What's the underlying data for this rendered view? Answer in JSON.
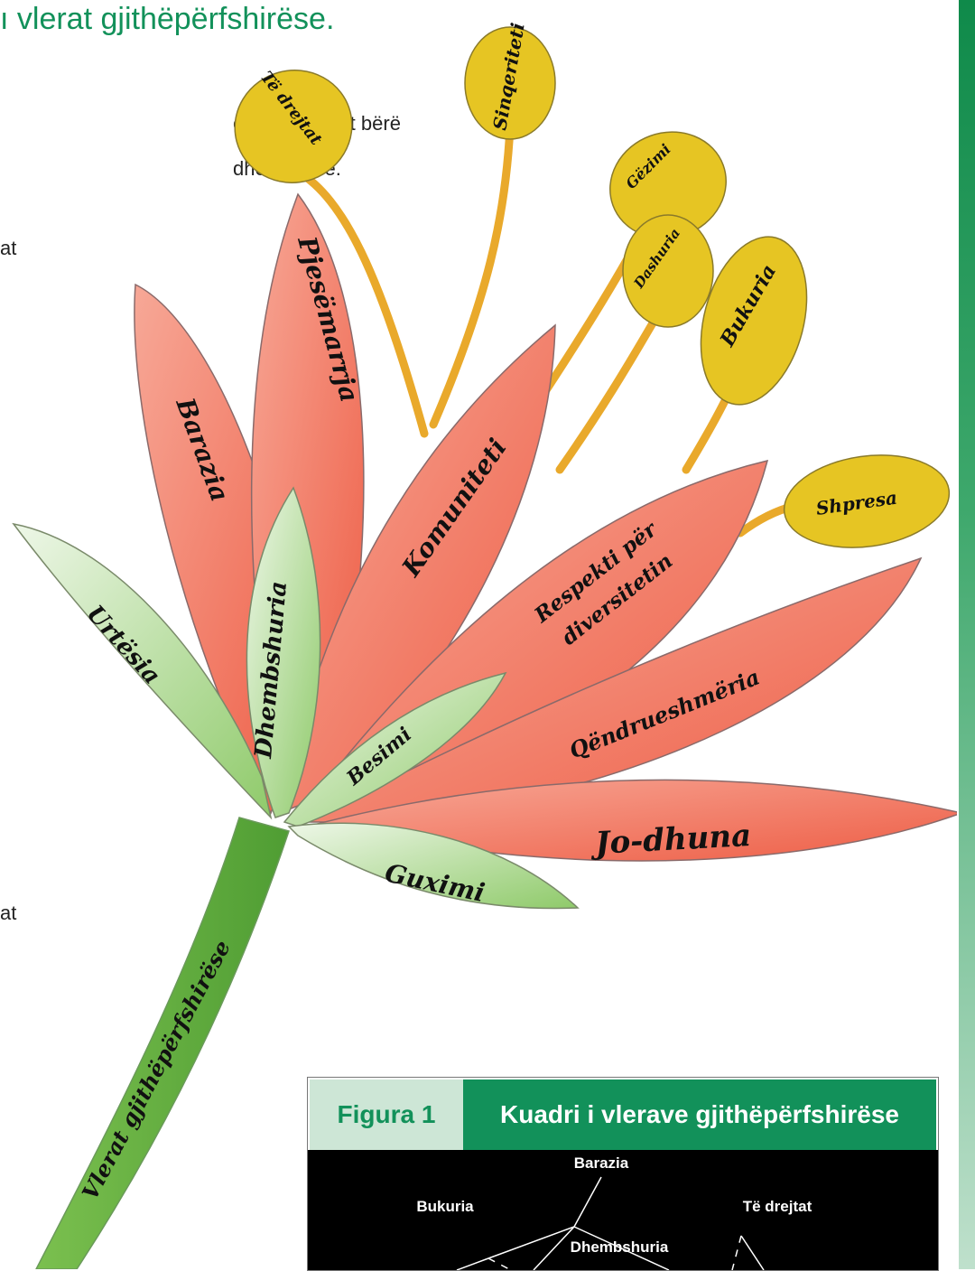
{
  "heading": "ı vlerat gjithëpërfshirëse.",
  "text_fragments": [
    "e duhur duhet bërë",
    "dhe vlerave.",
    "at",
    "at"
  ],
  "flower": {
    "stem": "Vlerat gjithëpërfshirëse",
    "petals": [
      "Baraziа",
      "Pjesëmarrja",
      "Komuniteti",
      "Respekti për",
      "diversitetin",
      "Qëndrueshmëria",
      "Jo-dhuna",
      "Guximi",
      "Besimi",
      "Dhembshuria",
      "Urtësia"
    ],
    "buds": [
      "Të drejtat",
      "Sinqeriteti",
      "Gëzimi",
      "Dashuria",
      "Bukuria",
      "Shpresa"
    ]
  },
  "figure": {
    "tag": "Figura 1",
    "title": "Kuadri i vlerave gjithëpërfshirëse",
    "diagram_labels": [
      "Barazia",
      "Bukuria",
      "Të drejtat",
      "Dhembshuria"
    ]
  },
  "colors": {
    "accent": "#12915a",
    "petal": "#ef7a64",
    "bud": "#e6c523",
    "leaf": "#8fca6a"
  }
}
